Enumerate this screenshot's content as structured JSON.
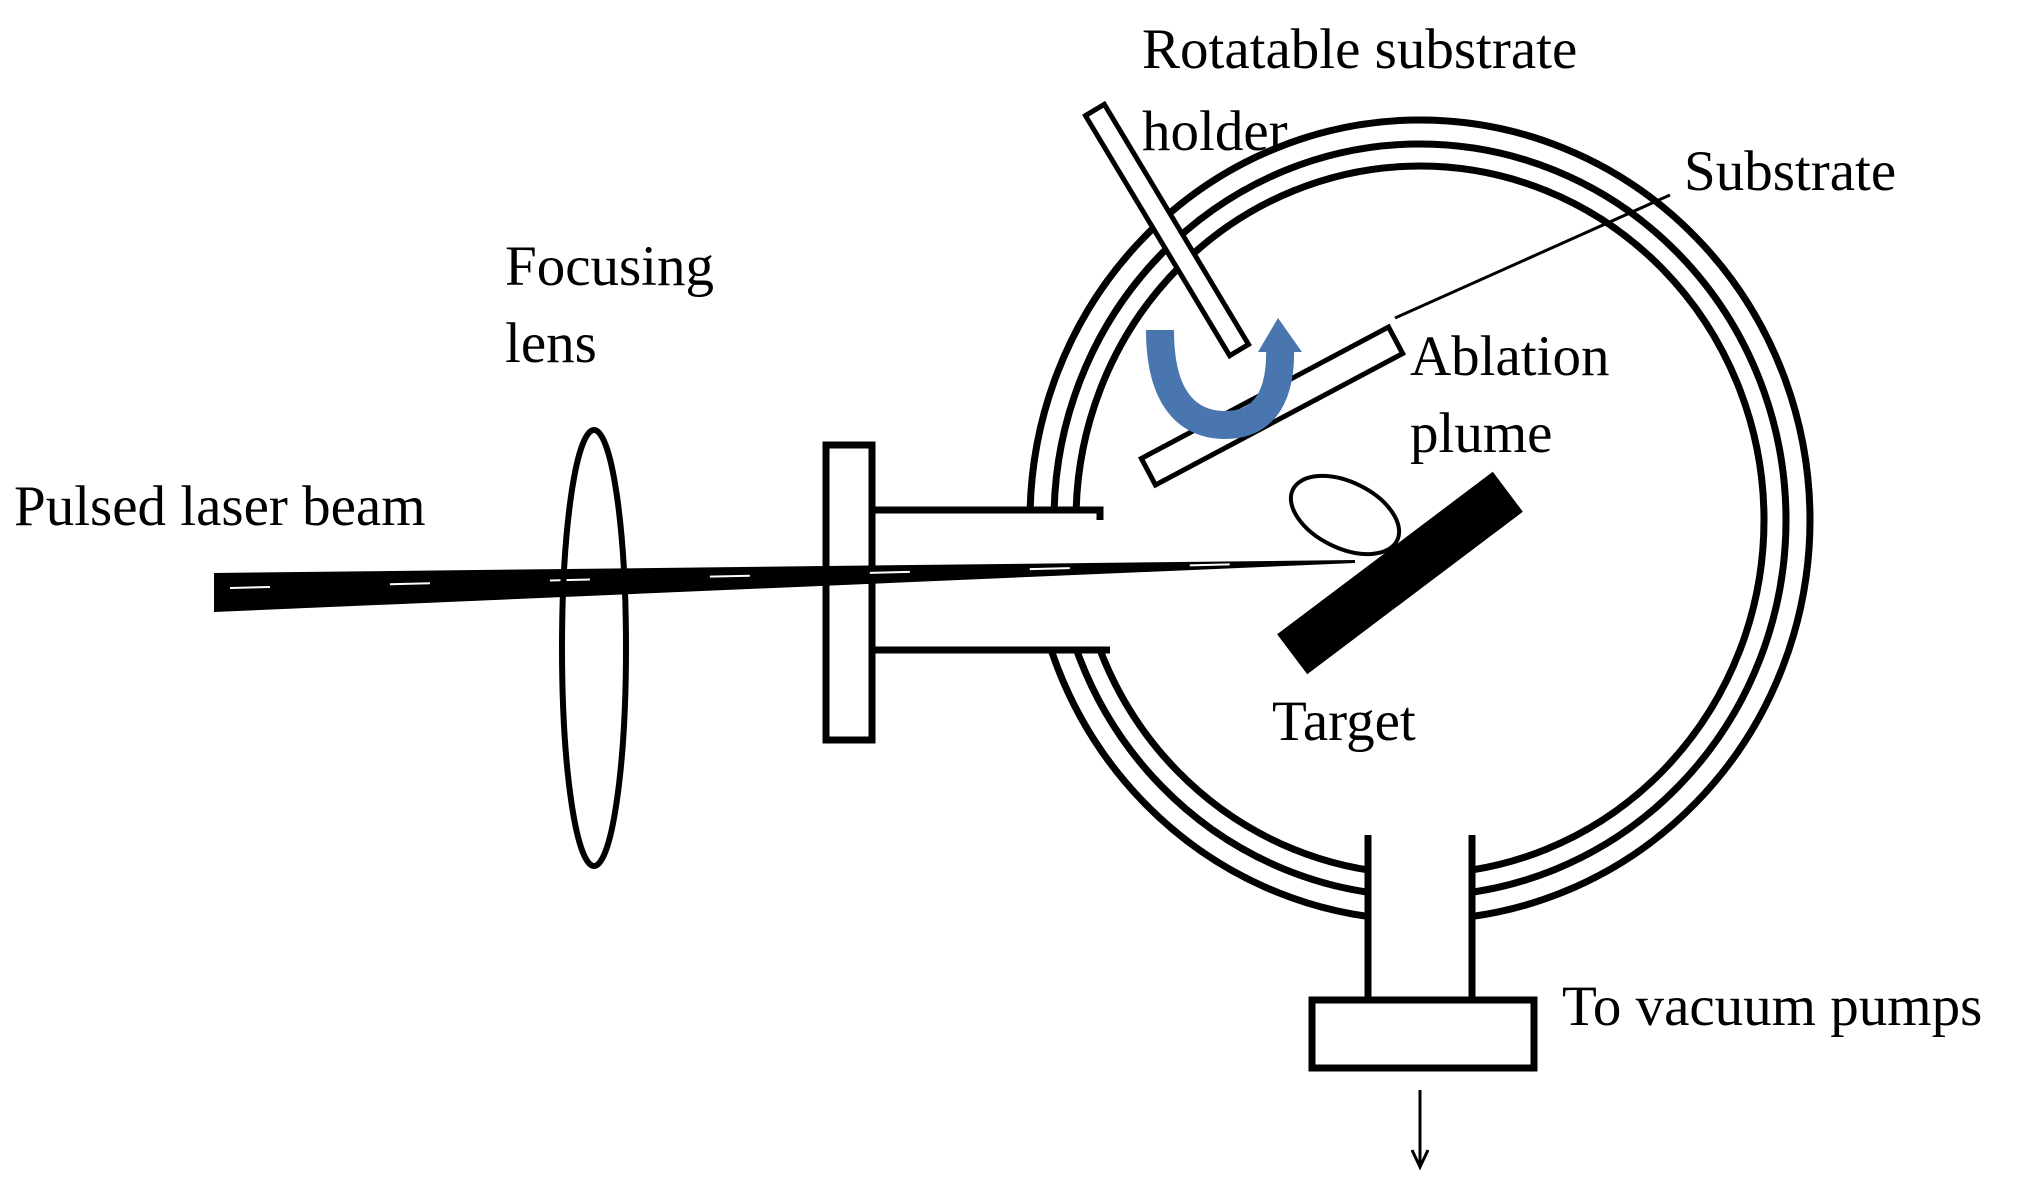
{
  "labels": {
    "rotatable_substrate_holder_line1": "Rotatable substrate",
    "rotatable_substrate_holder_line2": "holder",
    "substrate": "Substrate",
    "focusing_lens_line1": "Focusing",
    "focusing_lens_line2": "lens",
    "ablation_plume_line1": "Ablation",
    "ablation_plume_line2": "plume",
    "pulsed_laser_beam": "Pulsed laser beam",
    "target": "Target",
    "to_vacuum_pumps": "To vacuum pumps"
  },
  "colors": {
    "stroke": "#000000",
    "rotation_arrow": "#4a76b0",
    "background": "#ffffff"
  },
  "icons": {
    "rotation": "curved-rotation-arrow-icon",
    "exhaust": "arrow-down-icon"
  }
}
